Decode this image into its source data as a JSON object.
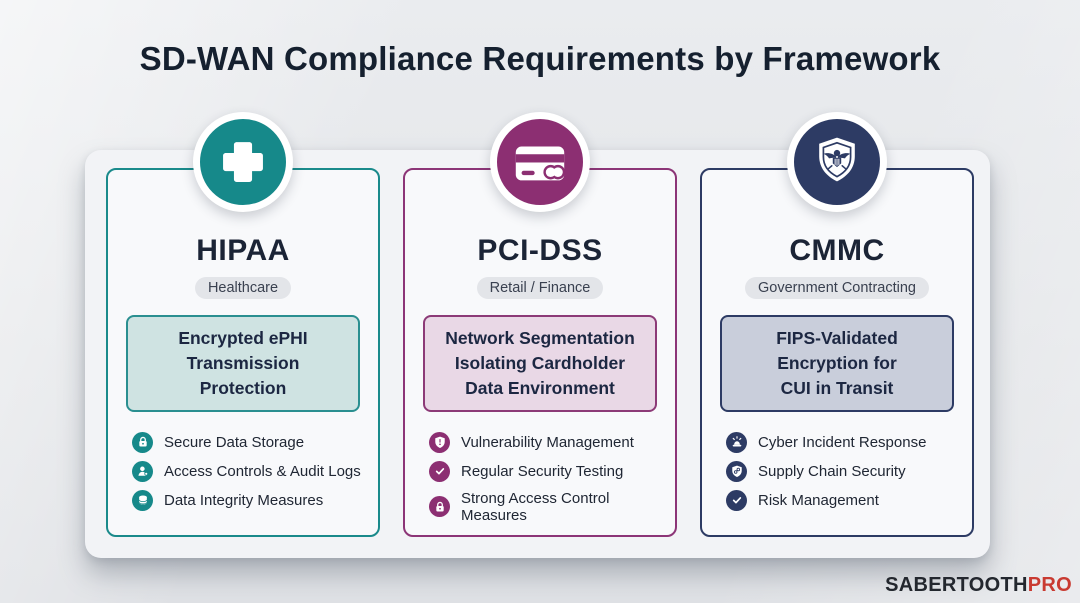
{
  "title": "SD-WAN Compliance Requirements by Framework",
  "frameworks": [
    {
      "name": "HIPAA",
      "sector": "Healthcare",
      "icon": "medical-cross-icon",
      "requirement_lines": [
        "Encrypted ePHI",
        "Transmission",
        "Protection"
      ],
      "items": [
        {
          "icon": "lock-icon",
          "label": "Secure Data Storage"
        },
        {
          "icon": "user-access-icon",
          "label": "Access Controls & Audit Logs"
        },
        {
          "icon": "database-icon",
          "label": "Data Integrity Measures"
        }
      ],
      "colors": {
        "accent": "#16898a",
        "card_border": "#1a8a8b",
        "tint": "#cfe3e2",
        "tint_border": "#2a8f90"
      }
    },
    {
      "name": "PCI-DSS",
      "sector": "Retail / Finance",
      "icon": "credit-card-icon",
      "requirement_lines": [
        "Network Segmentation",
        "Isolating Cardholder",
        "Data Environment"
      ],
      "items": [
        {
          "icon": "shield-alert-icon",
          "label": "Vulnerability Management"
        },
        {
          "icon": "check-circle-icon",
          "label": "Regular Security Testing"
        },
        {
          "icon": "lock-icon",
          "label": "Strong Access Control Measures"
        }
      ],
      "colors": {
        "accent": "#8c2f72",
        "card_border": "#8c3577",
        "tint": "#e9d8e6",
        "tint_border": "#8c3a77"
      }
    },
    {
      "name": "CMMC",
      "sector": "Government Contracting",
      "icon": "eagle-shield-icon",
      "requirement_lines": [
        "FIPS-Validated",
        "Encryption for",
        "CUI in Transit"
      ],
      "items": [
        {
          "icon": "siren-icon",
          "label": "Cyber Incident Response"
        },
        {
          "icon": "shield-link-icon",
          "label": "Supply Chain Security"
        },
        {
          "icon": "check-circle-icon",
          "label": "Risk Management"
        }
      ],
      "colors": {
        "accent": "#2d3b64",
        "card_border": "#2d3b64",
        "tint": "#c9cedb",
        "tint_border": "#2d3b64"
      }
    }
  ],
  "brand": {
    "main": "SABERTOOTH",
    "pro": "PRO",
    "pro_color": "#c93a31"
  }
}
